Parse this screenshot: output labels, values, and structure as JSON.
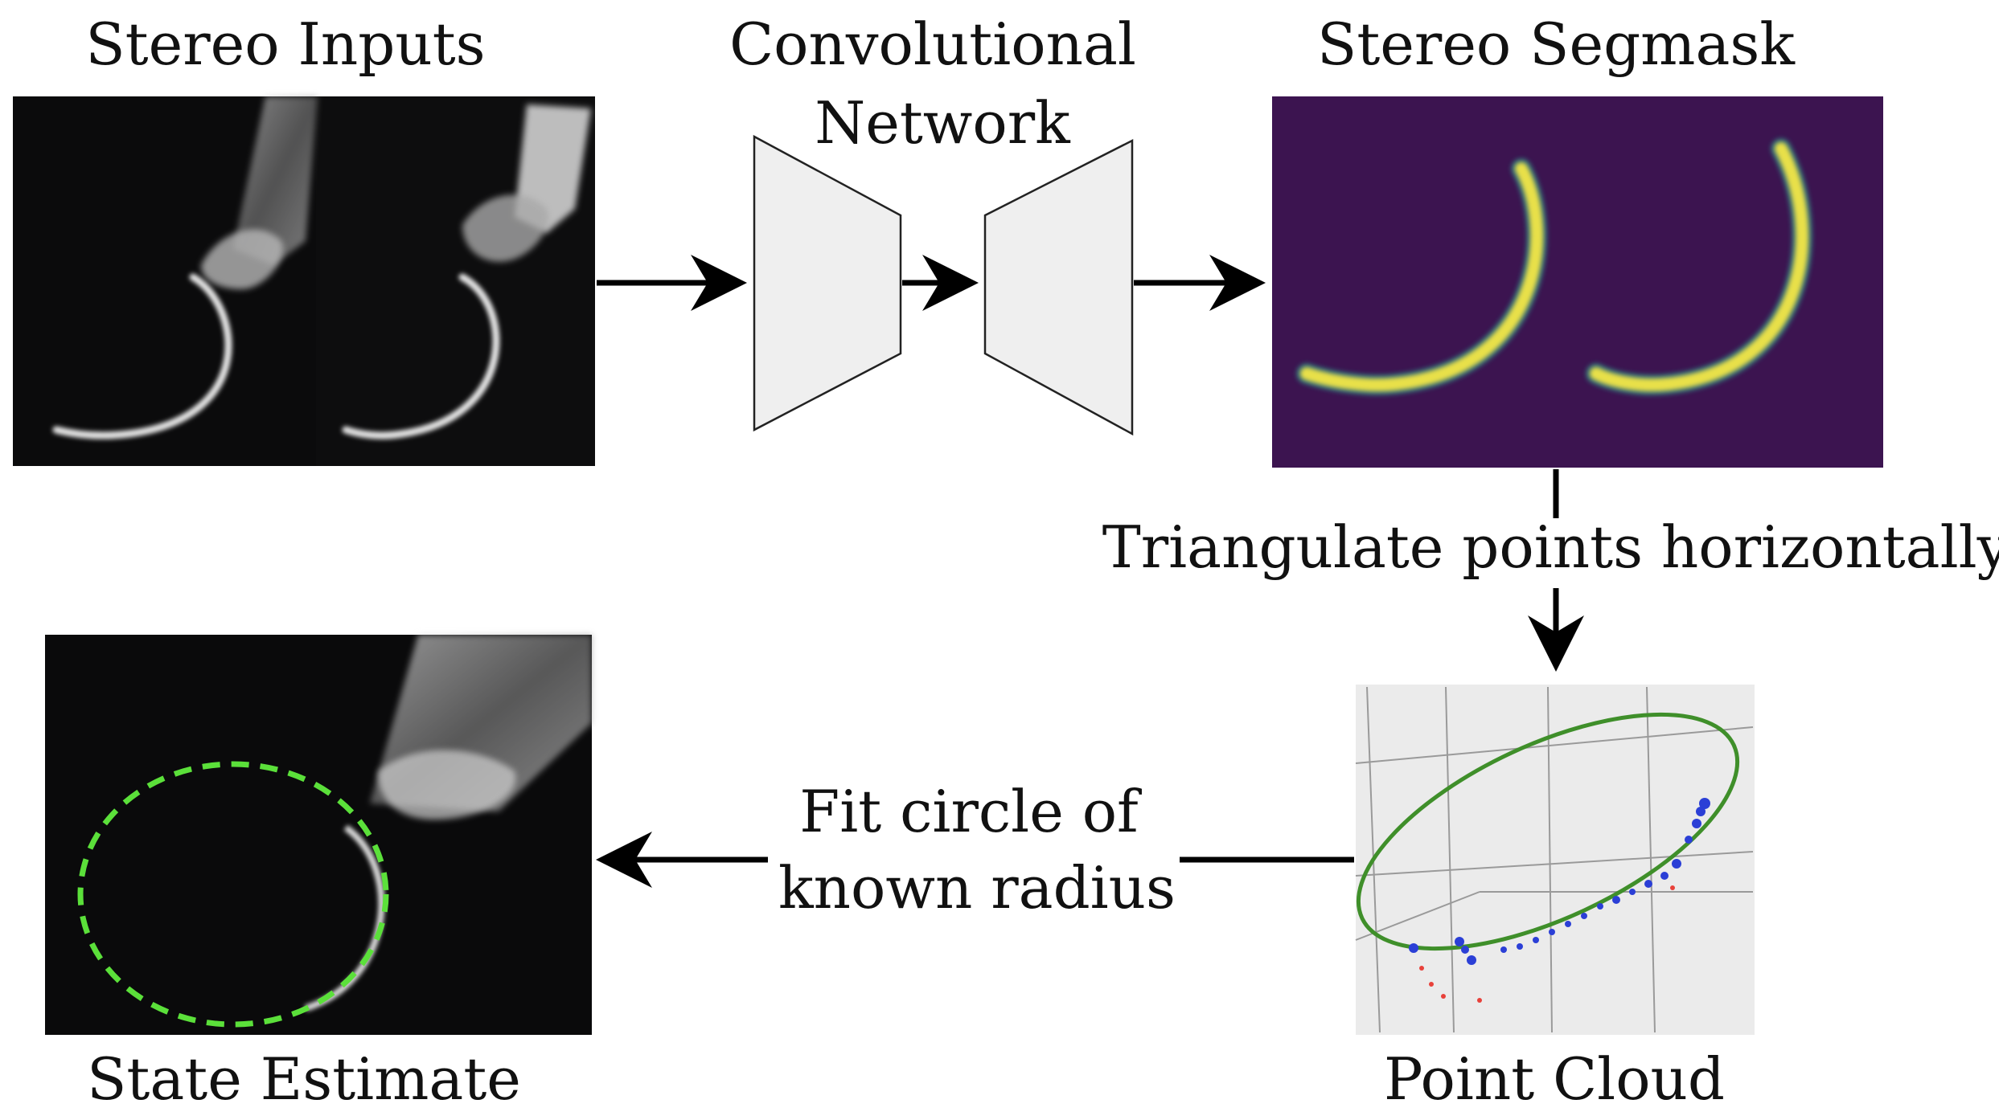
{
  "labels": {
    "stereo_inputs": "Stereo Inputs",
    "network_line1": "Convolutional",
    "network_line2": "Network",
    "stereo_segmask": "Stereo Segmask",
    "triangulate": "Triangulate points horizontally",
    "fit_line1": "Fit circle of",
    "fit_line2": "known radius",
    "point_cloud": "Point Cloud",
    "state_estimate": "State Estimate"
  },
  "colors": {
    "arrow": "#000000",
    "network_fill": "#efefef",
    "network_stroke": "#222222",
    "segmask_background": "#3c1450",
    "segmask_foreground": "#e8e04a",
    "point_cloud_circle": "#3f8f2a",
    "point_cloud_points": "#2b3fd6",
    "point_cloud_outliers": "#e8413a",
    "state_estimate_circle": "#5be03a"
  },
  "icons": {
    "stereo_inputs": "grayscale-stereo-photo-of-surgical-needle",
    "segmask": "segmentation-mask-heatmap",
    "point_cloud": "3d-point-cloud-plot",
    "state_estimate": "needle-photo-with-fitted-circle"
  }
}
